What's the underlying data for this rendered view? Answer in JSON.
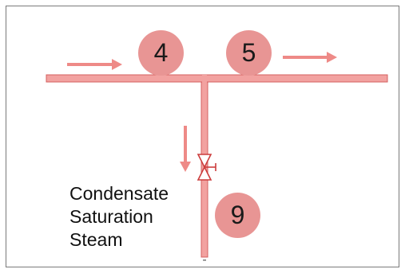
{
  "nodes": [
    {
      "id": "node-4",
      "label": "4"
    },
    {
      "id": "node-5",
      "label": "5"
    },
    {
      "id": "node-9",
      "label": "9"
    }
  ],
  "stream_label": {
    "line1": "Condensate",
    "line2": "Saturation",
    "line3": "Steam"
  },
  "drain_mark": "-",
  "colors": {
    "pipe_fill": "#f2a2a0",
    "pipe_stroke": "#d4605f",
    "node_fill": "#e89594",
    "arrow": "#ee8a87",
    "valve": "#cc3d3d"
  },
  "icons": {
    "valve": "gate-valve-icon",
    "flow": "flow-arrow-icon"
  }
}
